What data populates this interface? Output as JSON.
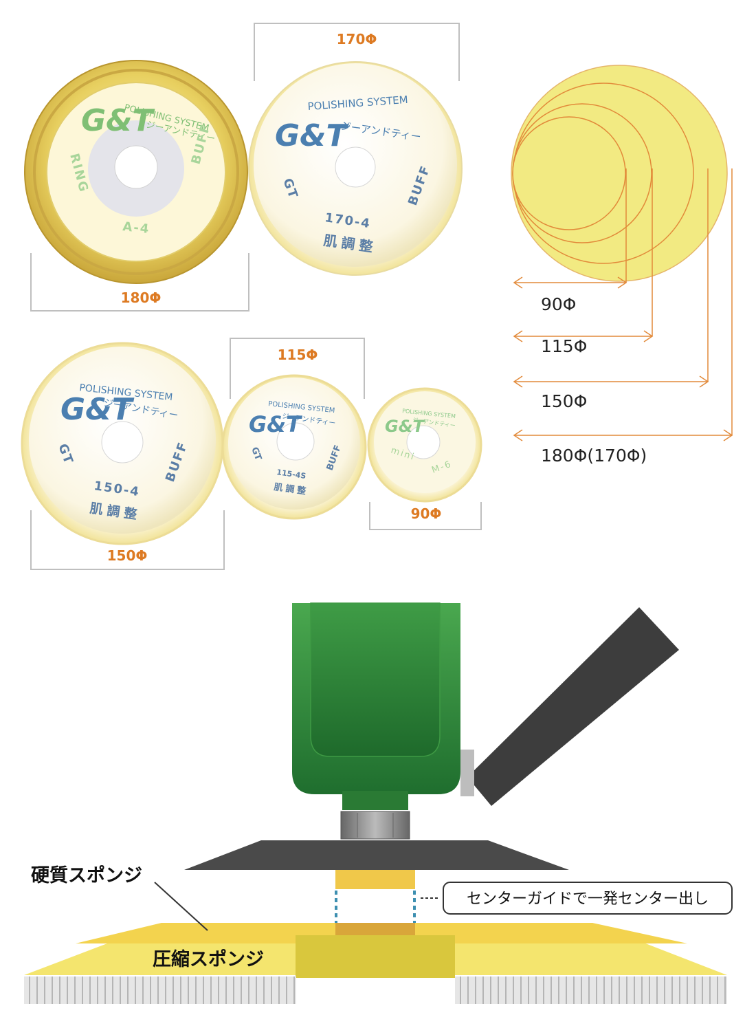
{
  "dimensions": {
    "d170": "170Φ",
    "d180": "180Φ",
    "d115": "115Φ",
    "d150": "150Φ",
    "d90": "90Φ"
  },
  "buffs": {
    "ring": {
      "logo": "G&T",
      "system": "POLISHING SYSTEM",
      "kana": "ジーアンドティー",
      "left": "RING",
      "right": "BUFF",
      "model": "A-4"
    },
    "gt170": {
      "logo": "G&T",
      "system": "POLISHING SYSTEM",
      "kana": "ジーアンドティー",
      "left": "GT",
      "right": "BUFF",
      "model": "170-4",
      "subtitle": "肌調整"
    },
    "gt150": {
      "logo": "G&T",
      "system": "POLISHING SYSTEM",
      "kana": "ジーアンドティー",
      "left": "GT",
      "right": "BUFF",
      "model": "150-4",
      "subtitle": "肌調整"
    },
    "gt115": {
      "logo": "G&T",
      "system": "POLISHING SYSTEM",
      "kana": "ジーアンドティー",
      "left": "GT",
      "right": "BUFF",
      "model": "115-4S",
      "subtitle": "肌調整"
    },
    "mini": {
      "logo": "G&T",
      "system": "POLISHING SYSTEM",
      "kana": "ジーアンドティー",
      "left": "mini",
      "model": "M-6"
    }
  },
  "size_chart": {
    "labels": [
      "90Φ",
      "115Φ",
      "150Φ",
      "180Φ(170Φ)"
    ],
    "colors": {
      "disk": "#f2ea82",
      "line": "#e28a3a"
    }
  },
  "diagram": {
    "hard_sponge_label": "硬質スポンジ",
    "compressed_sponge_label": "圧縮スポンジ",
    "center_guide_label": "センターガイドで一発センター出し",
    "colors": {
      "machine": "#2e8a3a",
      "pad": "#4a4a4a",
      "sponge": "#f0c84a",
      "compressed": "#f3e26a"
    }
  }
}
